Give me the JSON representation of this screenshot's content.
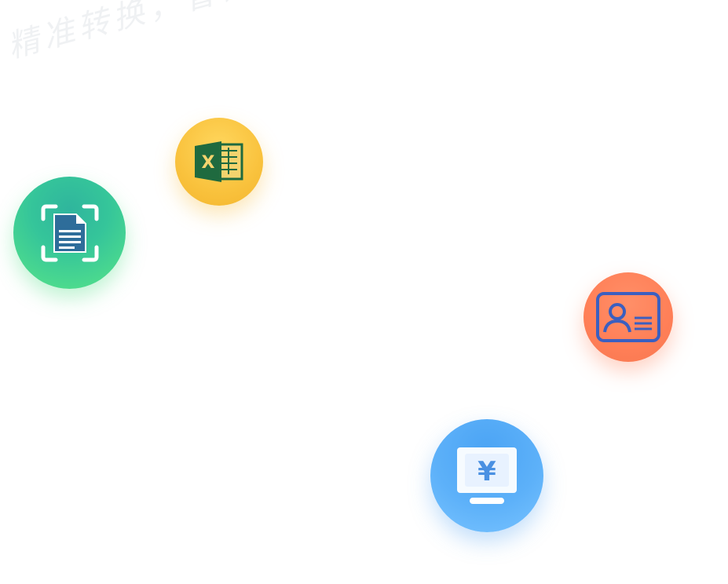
{
  "slogan": "精准转换，省钱省时！",
  "features": [
    {
      "name": "document-scan",
      "icon": "document-scan-icon",
      "color": "#35c59a"
    },
    {
      "name": "excel",
      "icon": "excel-icon",
      "color": "#f9c23d",
      "icon_letter": "X"
    },
    {
      "name": "id-card",
      "icon": "id-card-icon",
      "color": "#ff7f57"
    },
    {
      "name": "invoice",
      "icon": "invoice-monitor-icon",
      "color": "#5db1f9",
      "icon_symbol": "¥"
    }
  ]
}
